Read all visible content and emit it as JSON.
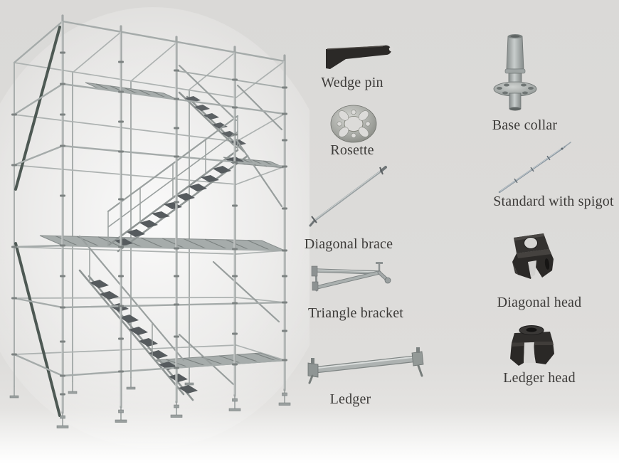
{
  "page": {
    "background_color": "#dcdbd9",
    "label_color": "#3d3b39"
  },
  "colors": {
    "tube_silver": "#a5abaa",
    "tube_highlight": "#d2d5d4",
    "brace_green": "#4e5954",
    "casting_black": "#2b2927",
    "tread_gray": "#565b5e"
  },
  "tower": {
    "icon": "scaffolding-tower-image"
  },
  "parts_left": [
    {
      "label": "Wedge pin",
      "icon": "wedge-pin-image"
    },
    {
      "label": "Rosette",
      "icon": "rosette-image"
    },
    {
      "label": "Diagonal brace",
      "icon": "diagonal-brace-image"
    },
    {
      "label": "Triangle bracket",
      "icon": "triangle-bracket-image"
    },
    {
      "label": "Ledger",
      "icon": "ledger-image"
    }
  ],
  "parts_right": [
    {
      "label": "Base collar",
      "icon": "base-collar-image"
    },
    {
      "label": "Standard with spigot",
      "icon": "standard-with-spigot-image"
    },
    {
      "label": "Diagonal head",
      "icon": "diagonal-head-image"
    },
    {
      "label": "Ledger head",
      "icon": "ledger-head-image"
    }
  ]
}
